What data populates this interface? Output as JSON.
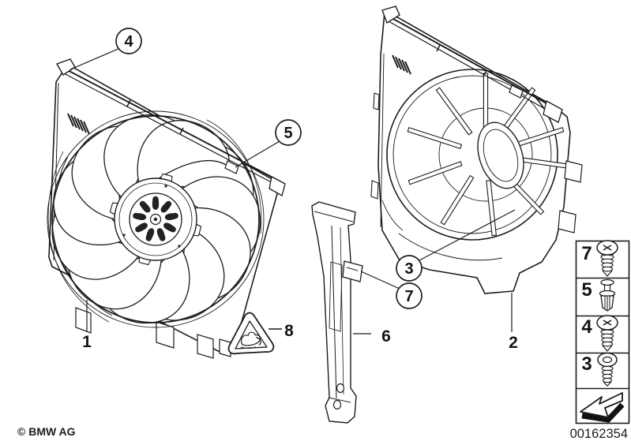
{
  "colors": {
    "line": "#1c1c1c",
    "background": "#ffffff"
  },
  "branding": {
    "copyright": "© BMW AG"
  },
  "footer": {
    "part_number": "00162354"
  },
  "callouts": {
    "c1": "1",
    "c2": "2",
    "c3": "3",
    "c4": "4",
    "c5": "5",
    "c6": "6",
    "c7": "7",
    "c8": "8"
  },
  "hardware_panel": {
    "rows": [
      {
        "label": "7",
        "icon": "screw-phillips-icon"
      },
      {
        "label": "5",
        "icon": "expansion-rivet-icon"
      },
      {
        "label": "4",
        "icon": "screw-phillips-icon"
      },
      {
        "label": "3",
        "icon": "screw-socket-icon"
      }
    ],
    "footer_icon": "direction-arrow-icon"
  }
}
